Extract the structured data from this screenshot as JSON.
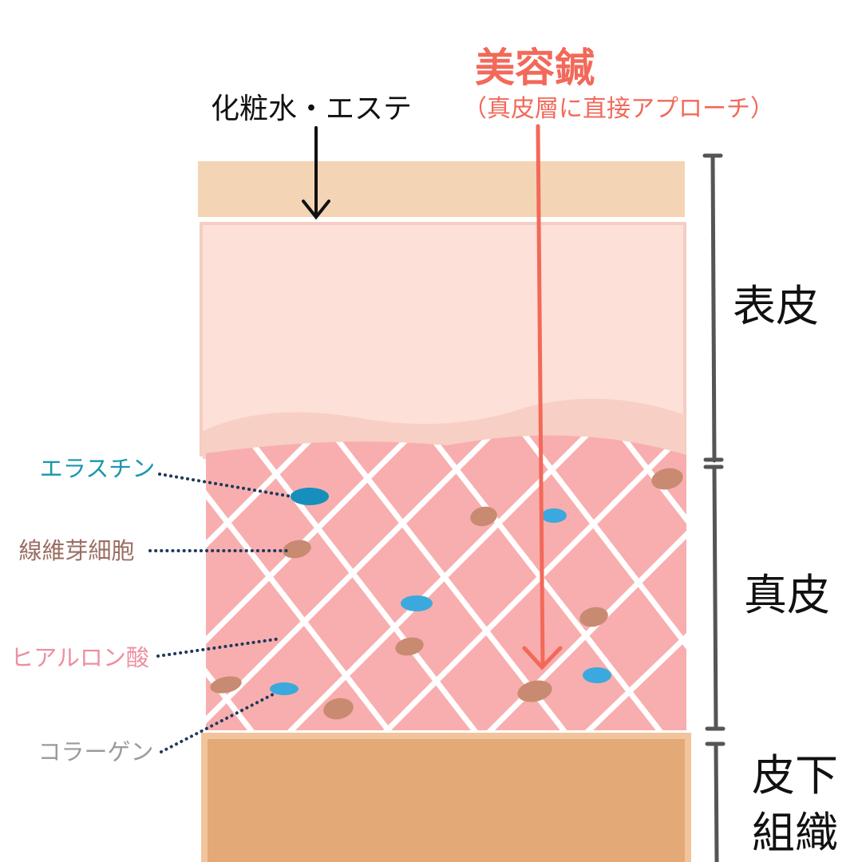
{
  "annotations": {
    "cosmetics": "化粧水・エステ",
    "acupuncture_title": "美容鍼",
    "acupuncture_sub": "（真皮層に直接アプローチ）"
  },
  "layers": {
    "epidermis": "表皮",
    "dermis": "真皮",
    "subcutis_line1": "皮下",
    "subcutis_line2": "組織"
  },
  "components": {
    "elastin": "エラスチン",
    "fibroblast": "線維芽細胞",
    "hyaluronic_acid": "ヒアルロン酸",
    "collagen": "コラーゲン"
  },
  "colors": {
    "stratum_corneum": "#f3d4b4",
    "epidermis": "#fde0d8",
    "epidermis_wave": "#f7cfc4",
    "dermis": "#f8aeae",
    "subcutis": "#e3a977",
    "collagen_fiber": "#ffffff",
    "fibroblast": "#c98a72",
    "elastin": "#3ba9dd",
    "elastin_dark": "#168fbd",
    "needle_red": "#f2695a",
    "elastin_label": "#1896ad",
    "fibroblast_label": "#9b6e63",
    "hyaluronic_label": "#ee8fa0",
    "collagen_label": "#9a9a9a",
    "leader_dots": "#1d3a5c",
    "scale_bar": "#555555"
  }
}
